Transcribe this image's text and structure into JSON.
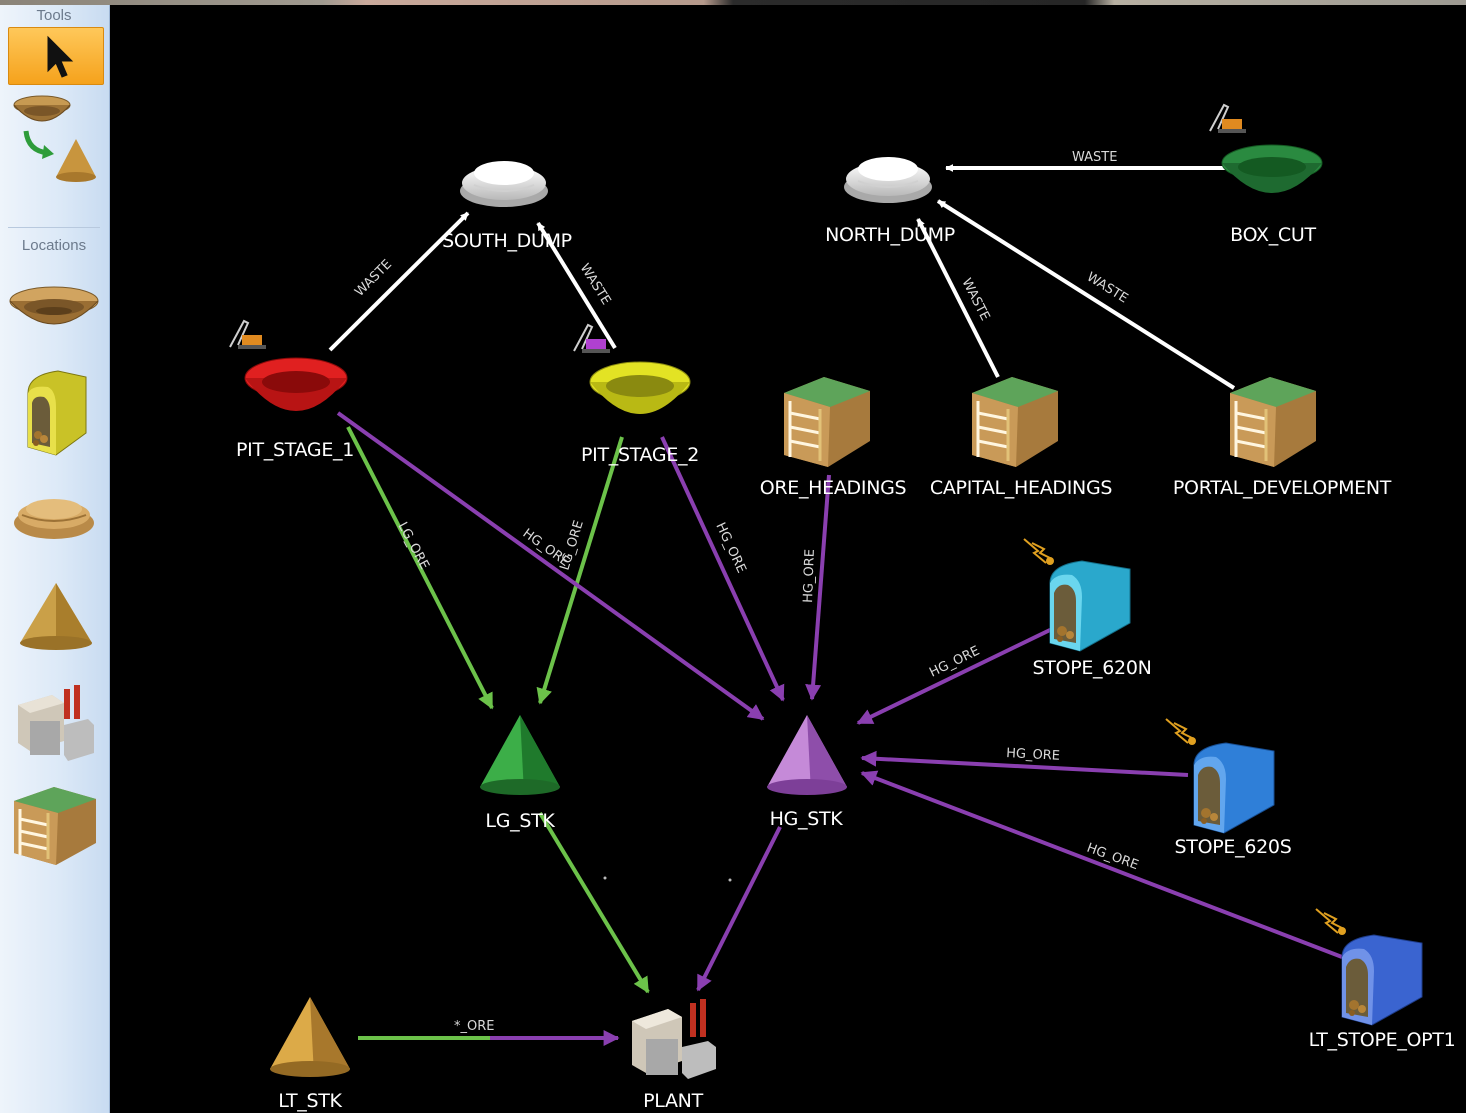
{
  "palette": {
    "tools_header": "Tools",
    "locations_header": "Locations",
    "tools": [
      {
        "name": "pointer-icon"
      },
      {
        "name": "pit-to-stockpile-icon"
      }
    ],
    "locations": [
      {
        "name": "pit-icon"
      },
      {
        "name": "stope-icon"
      },
      {
        "name": "dump-icon"
      },
      {
        "name": "stockpile-icon"
      },
      {
        "name": "plant-icon"
      },
      {
        "name": "heading-icon"
      }
    ]
  },
  "colors": {
    "waste": "#ffffff",
    "lg_ore": "#6cc24a",
    "hg_ore": "#8a3fb0",
    "pit_stage_1": "#d92020",
    "pit_stage_2": "#d8d820",
    "box_cut": "#1f7a34",
    "lg_stk": "#2d9a3a",
    "hg_stk": "#b070c8",
    "lt_stk": "#d9a040",
    "stope_620n": "#2fb6d8",
    "stope_620s": "#2f7fd8",
    "lt_stope_opt1": "#3a64d0"
  },
  "nodes": {
    "south_dump": "SOUTH_DUMP",
    "north_dump": "NORTH_DUMP",
    "box_cut": "BOX_CUT",
    "pit_stage_1": "PIT_STAGE_1",
    "pit_stage_2": "PIT_STAGE_2",
    "ore_headings": "ORE_HEADINGS",
    "capital_headings": "CAPITAL_HEADINGS",
    "portal_development": "PORTAL_DEVELOPMENT",
    "stope_620n": "STOPE_620N",
    "stope_620s": "STOPE_620S",
    "lt_stope_opt1": "LT_STOPE_OPT1",
    "lg_stk": "LG_STK",
    "hg_stk": "HG_STK",
    "lt_stk": "LT_STK",
    "plant": "PLANT"
  },
  "edges": {
    "waste": "WASTE",
    "lg_ore": "LG_ORE",
    "hg_ore": "HG_ORE",
    "any_ore": "*_ORE"
  }
}
